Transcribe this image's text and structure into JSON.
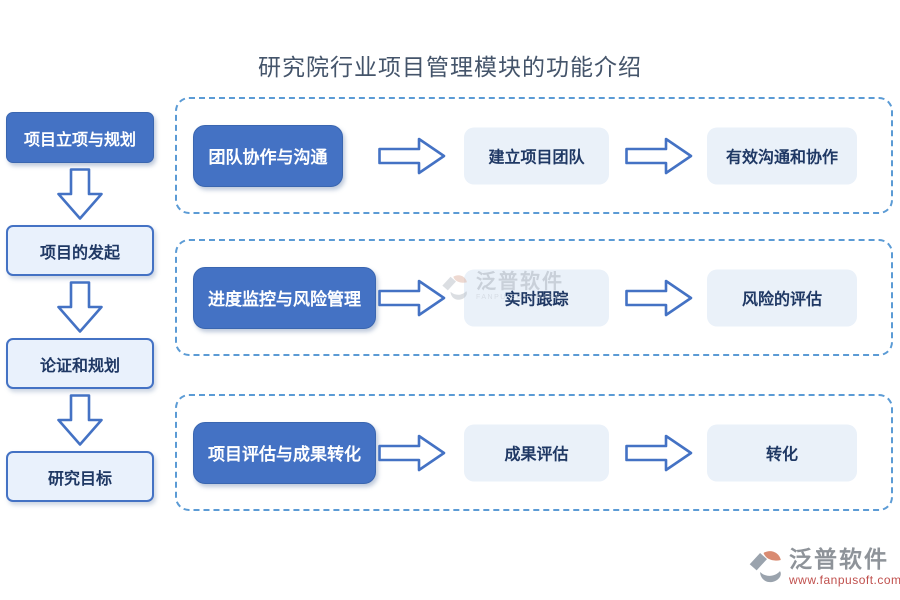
{
  "title": "研究院行业项目管理模块的功能介绍",
  "sidebar": {
    "header": "项目立项与规划",
    "steps": [
      "项目的发起",
      "论证和规划",
      "研究目标"
    ]
  },
  "rows": [
    {
      "module": "团队协作与沟通",
      "steps": [
        "建立项目团队",
        "有效沟通和协作"
      ]
    },
    {
      "module": "进度监控与风险管理",
      "steps": [
        "实时跟踪",
        "风险的评估"
      ]
    },
    {
      "module": "项目评估与成果转化",
      "steps": [
        "成果评估",
        "转化"
      ]
    }
  ],
  "watermark": {
    "brand": "泛普软件",
    "subtext": "FANPU SOFTWARE"
  },
  "footer": {
    "brand": "泛普软件",
    "url": "www.fanpusoft.com"
  },
  "icons": {
    "down_arrow": "down-arrow",
    "right_arrow": "right-arrow",
    "logo": "fanpu-logo"
  },
  "colors": {
    "accent_blue": "#4472C4",
    "dashed_border": "#5B9BD5",
    "light_box_bg": "#EAF1F9",
    "sidebar_light_bg": "#E9F1FC",
    "dark_text": "#1F3864",
    "title_text": "#44546A",
    "footer_brand_gray": "#8E9399",
    "footer_url_red": "#C0504D",
    "logo_orange": "#D98B72",
    "logo_gray": "#9AA3AD"
  }
}
